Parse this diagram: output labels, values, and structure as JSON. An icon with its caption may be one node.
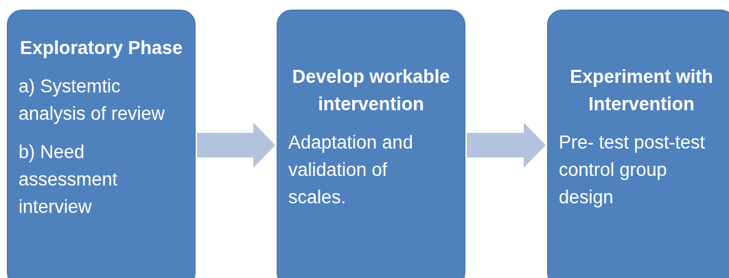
{
  "diagram": {
    "nodes": [
      {
        "text": [
          "Exploratory Phase",
          "a) Systemtic analysis of review",
          "b) Need assessment interview"
        ]
      },
      {
        "text": [
          "Develop workable intervention",
          "Adaptation and validation of scales."
        ]
      },
      {
        "text": [
          "Experiment with Intervention",
          "Pre- test post-test control group design"
        ]
      }
    ],
    "edges": [
      {
        "from": 0,
        "to": 1,
        "arrow": "to"
      },
      {
        "from": 1,
        "to": 2,
        "arrow": "to"
      }
    ]
  }
}
